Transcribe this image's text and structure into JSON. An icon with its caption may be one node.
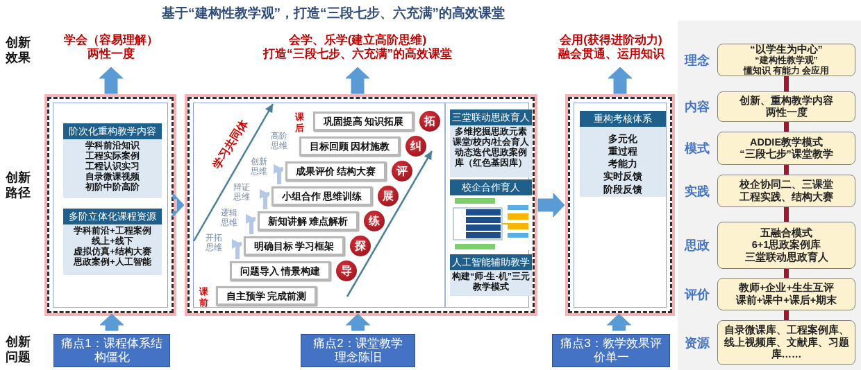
{
  "diagram": {
    "title": "基于“建构性教学观”，打造“三段七步、六充满”的高效课堂",
    "nodes": [
      {
        "text": [],
        "shape": "box"
      },
      {
        "text": [
          "阶次化重构教学内容",
          "学科前沿知识",
          "工程实际案例",
          "工程认识实习",
          "自录微课视频",
          "初阶中阶高阶"
        ],
        "in": 0
      },
      {
        "text": [
          "多阶立体化课程资源",
          "学科前沿+工程案例",
          "线上+线下",
          "虚拟仿真+结构大赛",
          "思政案例+人工智能"
        ],
        "in": 0
      },
      {
        "text": [],
        "shape": "box"
      },
      {
        "text": [
          "自主预学 完成前测"
        ],
        "in": 3,
        "beside": [
          "课前"
        ]
      },
      {
        "text": [
          "问题导入 情景构建"
        ],
        "in": 3,
        "beside": [
          "导"
        ]
      },
      {
        "text": [
          "明确目标 学习框架"
        ],
        "in": 3,
        "beside": [
          "探"
        ]
      },
      {
        "text": [
          "新知讲解 难点解析"
        ],
        "in": 3,
        "beside": [
          "练"
        ]
      },
      {
        "text": [
          "小组合作 思维训练"
        ],
        "in": 3,
        "beside": [
          "展"
        ]
      },
      {
        "text": [
          "成果评价 结构大赛"
        ],
        "in": 3,
        "beside": [
          "评"
        ]
      },
      {
        "text": [
          "目标回顾 因材施教"
        ],
        "in": 3,
        "beside": [
          "纠"
        ]
      },
      {
        "text": [
          "巩固提高 知识拓展"
        ],
        "in": 3,
        "beside": [
          "课后",
          "拓"
        ]
      },
      {
        "text": [
          "三堂联动思政育人",
          "多维挖掘思政元素",
          "课堂/校内/社会育人",
          "动态迭代思政案例",
          "库（红色基因库）"
        ],
        "in": 3
      },
      {
        "text": [
          "校企合作育人"
        ],
        "in": 3
      },
      {
        "text": [
          "人工智能辅助教学",
          "构建“师-生-机”三元教学模式"
        ],
        "in": 3
      },
      {
        "text": [],
        "shape": "box"
      },
      {
        "text": [
          "重构考核体系",
          "多元化",
          "重过程",
          "考能力",
          "实时反馈",
          "阶段反馈"
        ],
        "in": 15
      },
      {
        "text": [
          "痛点1：课程体系结构僵化"
        ]
      },
      {
        "text": [
          "痛点2：课堂教学理念陈旧"
        ]
      },
      {
        "text": [
          "痛点3：教学效果评价单一"
        ]
      },
      {
        "text": [
          "学会（容易理解）",
          "两性一度"
        ]
      },
      {
        "text": [
          "会学、乐学(建立高阶思维)",
          "打造“三段七步、六充满”的高效课堂"
        ]
      },
      {
        "text": [
          "会用(获得进阶动力)",
          "融会贯通、运用知识"
        ]
      },
      {
        "text": [
          "“以学生为中心”",
          "“建构性教学观”",
          "懂知识 有能力 会应用"
        ],
        "beside": [
          "理念"
        ]
      },
      {
        "text": [
          "创新、重构教学内容",
          "两性一度"
        ],
        "beside": [
          "内容"
        ]
      },
      {
        "text": [
          "ADDIE教学模式",
          "“三段七步”课堂教学"
        ],
        "beside": [
          "模式"
        ]
      },
      {
        "text": [
          "校企协同二、三课堂",
          "工程实践、结构大赛"
        ],
        "beside": [
          "实践"
        ]
      },
      {
        "text": [
          "五融合模式",
          "6+1思政案例库",
          "三堂联动思政育人"
        ],
        "beside": [
          "思政"
        ]
      },
      {
        "text": [
          "教师+企业+生生互评",
          "课前+课中+课后+期末"
        ],
        "beside": [
          "评价"
        ]
      },
      {
        "text": [
          "自录微课库、工程案例库、线上视频库、文献库、习题库……"
        ],
        "beside": [
          "资源"
        ]
      }
    ],
    "edges": [
      {
        "from": 17,
        "to": 0,
        "arrow": "to",
        "style": "thick"
      },
      {
        "from": 18,
        "to": 3,
        "arrow": "to",
        "style": "thick"
      },
      {
        "from": 19,
        "to": 15,
        "arrow": "to",
        "style": "thick"
      },
      {
        "from": 0,
        "to": 20,
        "arrow": "to",
        "style": "thick"
      },
      {
        "from": 3,
        "to": 21,
        "arrow": "to",
        "style": "thick"
      },
      {
        "from": 15,
        "to": 22,
        "arrow": "to",
        "style": "thick"
      },
      {
        "from": 0,
        "to": 3,
        "arrow": "to",
        "style": "thick"
      },
      {
        "from": 3,
        "to": 15,
        "arrow": "to",
        "style": "thick"
      },
      {
        "from": 23,
        "to": 24,
        "arrow": "none",
        "color": "#a3162c"
      },
      {
        "from": 24,
        "to": 25,
        "arrow": "none",
        "color": "#a3162c"
      },
      {
        "from": 25,
        "to": 26,
        "arrow": "none",
        "color": "#a3162c"
      },
      {
        "from": 26,
        "to": 27,
        "arrow": "none",
        "color": "#a3162c"
      },
      {
        "from": 27,
        "to": 28,
        "arrow": "none",
        "color": "#a3162c"
      },
      {
        "from": 28,
        "to": 29,
        "arrow": "none",
        "color": "#a3162c"
      },
      {
        "from": 5,
        "to": 6,
        "arrow": "to",
        "color": "#b4c7e7"
      },
      {
        "from": 6,
        "to": 7,
        "arrow": "to",
        "color": "#b4c7e7"
      },
      {
        "from": 7,
        "to": 8,
        "arrow": "to",
        "color": "#b4c7e7"
      },
      {
        "from": 8,
        "to": 9,
        "arrow": "to",
        "color": "#b4c7e7"
      }
    ],
    "labels": [
      "创新效果",
      "创新路径",
      "创新问题",
      "学习共同体",
      "高阶思维",
      "创新思维",
      "辩证思维",
      "逻辑思维",
      "开拓思维"
    ]
  }
}
